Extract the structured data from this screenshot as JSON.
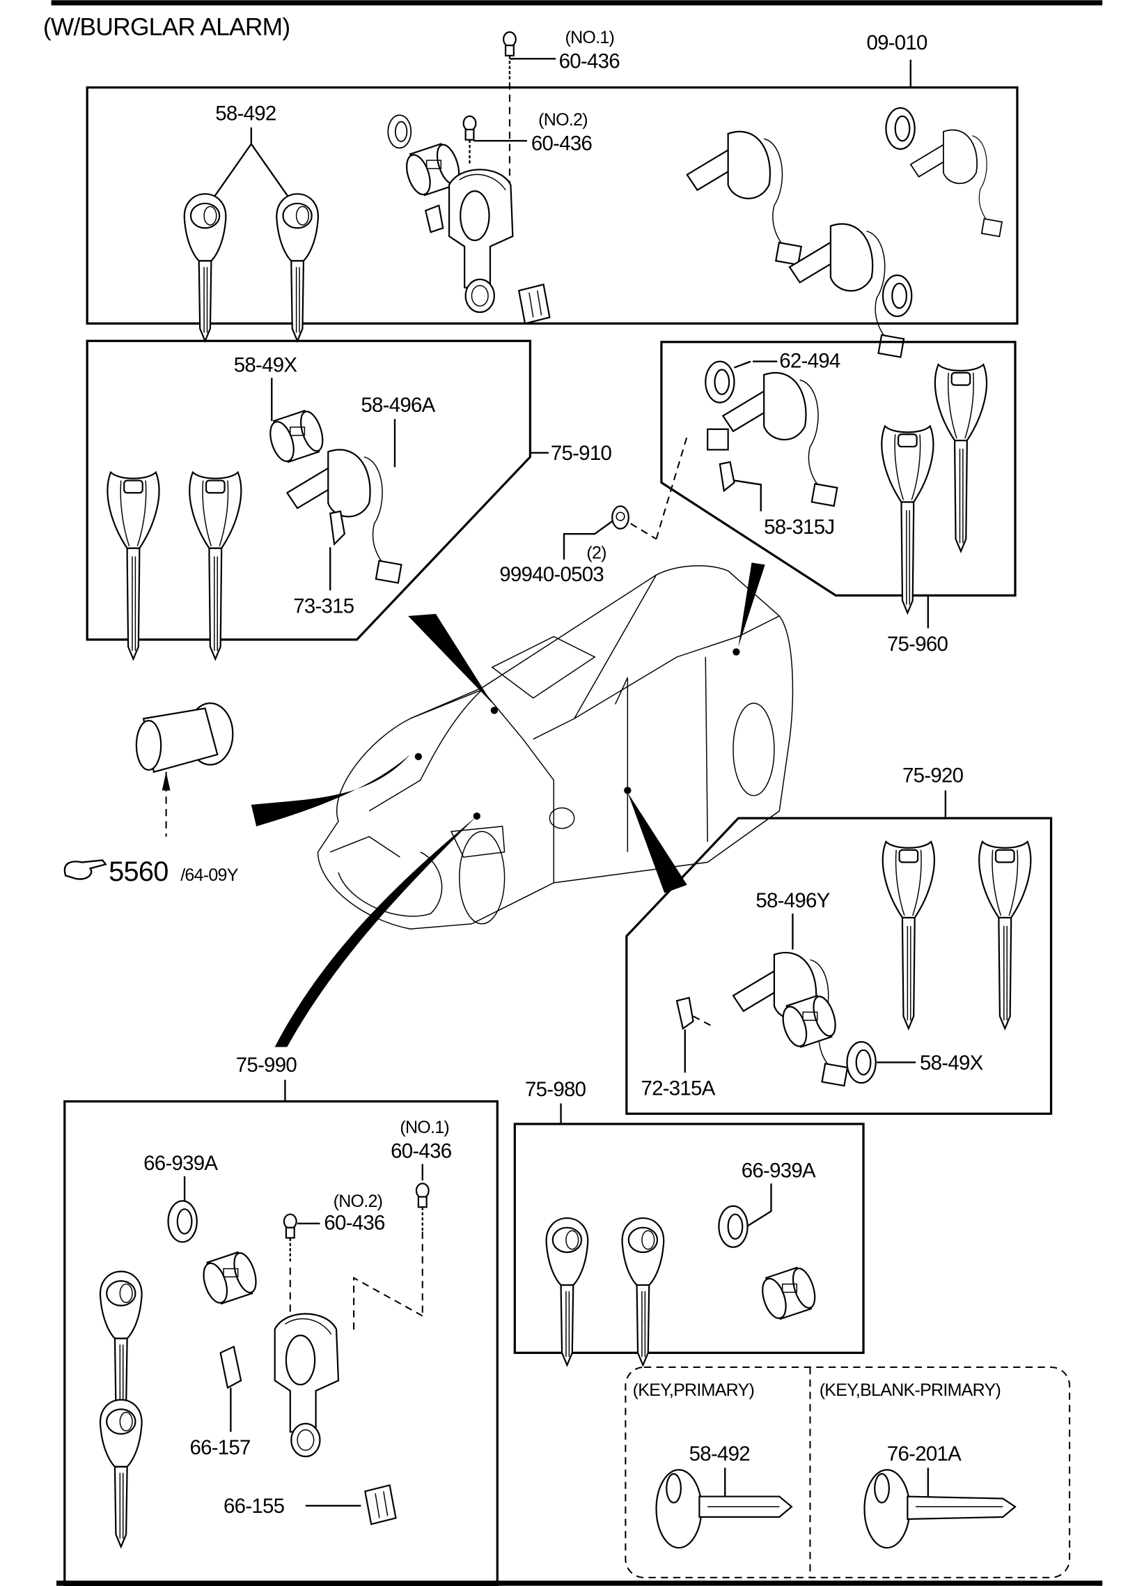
{
  "title": "(W/BURGLAR ALARM)",
  "top_assembly": {
    "callout": "09-010",
    "key_label": "58-492",
    "bolt1_qual": "(NO.1)",
    "bolt1_part": "60-436",
    "bolt2_qual": "(NO.2)",
    "bolt2_part": "60-436"
  },
  "set_75_910": {
    "callout": "75-910",
    "cylinder": "58-49X",
    "body": "58-496A",
    "switch": "73-315"
  },
  "set_75_960": {
    "callout": "75-960",
    "washer": "62-494",
    "switch": "58-315J"
  },
  "nut": {
    "qty": "(2)",
    "part": "99940-0503"
  },
  "reference": {
    "page": "5560",
    "sub": "/64-09Y",
    "icon": "pointing-hand-icon"
  },
  "set_75_920": {
    "callout": "75-920",
    "body": "58-496Y",
    "switch": "72-315A",
    "cylinder": "58-49X"
  },
  "set_75_990": {
    "callout": "75-990",
    "cap": "66-939A",
    "bolt1_qual": "(NO.1)",
    "bolt1_part": "60-436",
    "bolt2_qual": "(NO.2)",
    "bolt2_part": "60-436",
    "pin": "66-157",
    "connector": "66-155"
  },
  "set_75_980": {
    "callout": "75-980",
    "cap": "66-939A"
  },
  "keys": {
    "primary_heading": "(KEY,PRIMARY)",
    "primary_part": "58-492",
    "blank_heading": "(KEY,BLANK-PRIMARY)",
    "blank_part": "76-201A"
  }
}
